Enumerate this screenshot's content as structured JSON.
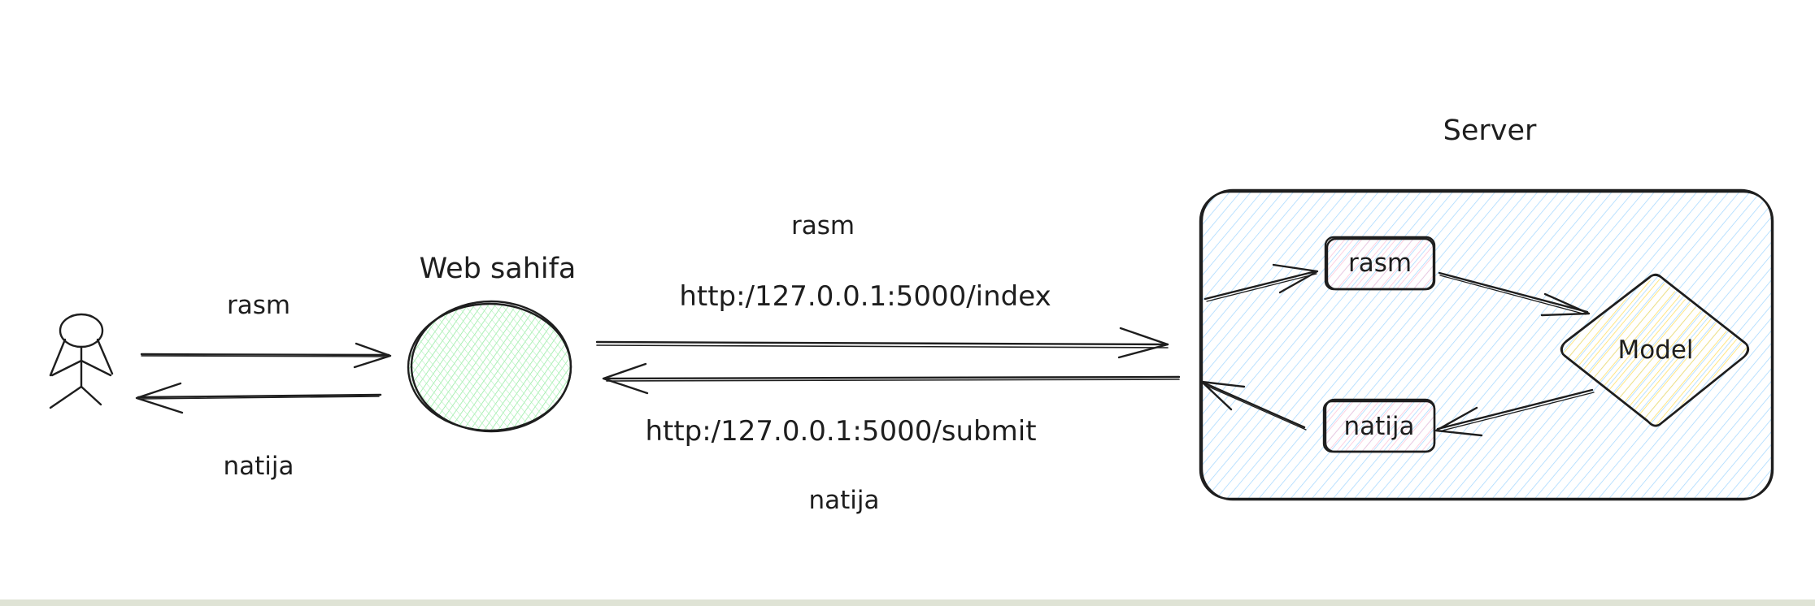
{
  "nodes": {
    "user": {
      "label": ""
    },
    "web_page": {
      "label": "Web sahifa",
      "fill": "#b2f2bb"
    },
    "server": {
      "label": "Server",
      "fill": "#a5d8ff"
    },
    "server_input": {
      "label": "rasm",
      "fill": "#fcc2d7"
    },
    "model": {
      "label": "Model",
      "fill": "#ffec99"
    },
    "server_output": {
      "label": "natija",
      "fill": "#fcc2d7"
    }
  },
  "edges": {
    "user_to_web_label": "rasm",
    "web_to_user_label": "natija",
    "web_to_server_label": "rasm",
    "web_to_server_url": "http:/127.0.0.1:5000/index",
    "server_to_web_url": "http:/127.0.0.1:5000/submit",
    "server_to_web_label": "natija"
  },
  "colors": {
    "stroke": "#1e1e1e",
    "background": "#ffffff"
  }
}
